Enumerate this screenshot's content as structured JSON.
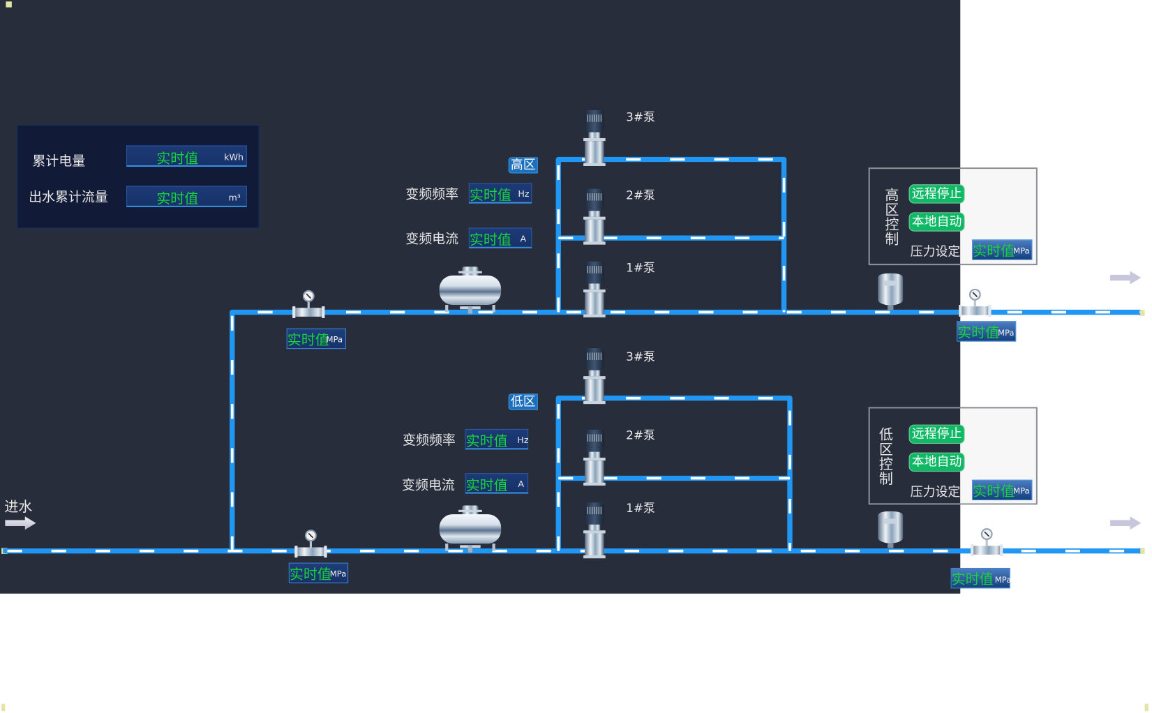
{
  "summary_panel": {
    "rows": [
      {
        "label": "累计电量",
        "value": "实时值",
        "unit": "kWh"
      },
      {
        "label": "出水累计流量",
        "value": "实时值",
        "unit": "m³"
      }
    ]
  },
  "inlet": {
    "label": "进水"
  },
  "inlet_pressure": [
    {
      "value": "实时值",
      "unit": "MPa"
    },
    {
      "value": "实时值",
      "unit": "MPa"
    }
  ],
  "zones": [
    {
      "tag": "高区",
      "freq_label": "变频频率",
      "freq_value": "实时值",
      "freq_unit": "Hz",
      "current_label": "变频电流",
      "current_value": "实时值",
      "current_unit": "A",
      "pumps": [
        "3#泵",
        "2#泵",
        "1#泵"
      ],
      "control": {
        "title": "高区控制",
        "title_chars": [
          "高",
          "区",
          "控",
          "制"
        ],
        "btn_remote": "远程停止",
        "btn_local": "本地自动",
        "pressure_label": "压力设定",
        "pressure_value": "实时值",
        "pressure_unit": "MPa"
      },
      "outlet_pressure": {
        "value": "实时值",
        "unit": "MPa"
      }
    },
    {
      "tag": "低区",
      "freq_label": "变频频率",
      "freq_value": "实时值",
      "freq_unit": "Hz",
      "current_label": "变频电流",
      "current_value": "实时值",
      "current_unit": "A",
      "pumps": [
        "3#泵",
        "2#泵",
        "1#泵"
      ],
      "control": {
        "title": "低区控制",
        "title_chars": [
          "低",
          "区",
          "控",
          "制"
        ],
        "btn_remote": "远程停止",
        "btn_local": "本地自动",
        "pressure_label": "压力设定",
        "pressure_value": "实时值",
        "pressure_unit": "MPa"
      },
      "outlet_pressure": {
        "value": "实时值",
        "unit": "MPa"
      }
    }
  ],
  "colors": {
    "background": "#272d3b",
    "pipe": "#2196f3",
    "pipe_dash": "#ffffff",
    "value_text": "#18d43a",
    "button_green": "#0fb865"
  }
}
